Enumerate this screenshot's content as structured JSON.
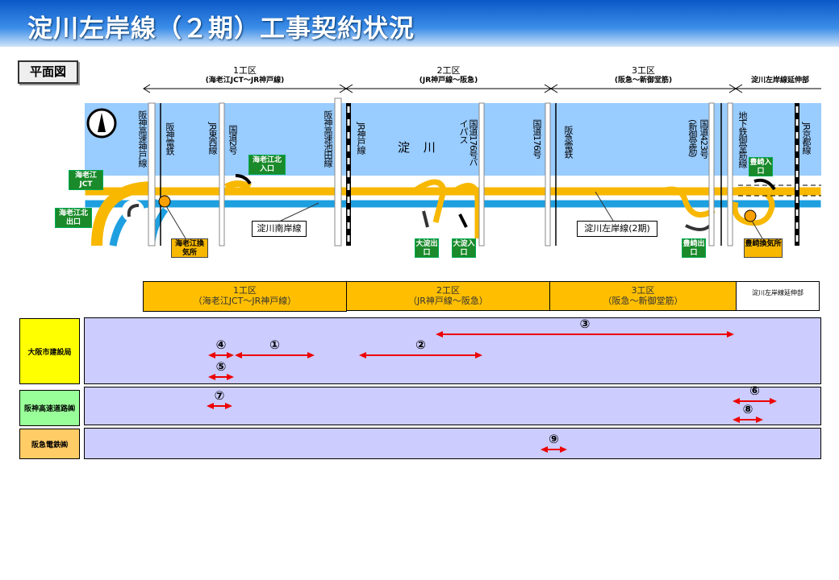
{
  "title": "淀川左岸線（２期）工事契約状況",
  "plan_label": "平面図",
  "sections": [
    {
      "name": "1工区",
      "sub": "(海老江JCT～JR神戸線)"
    },
    {
      "name": "2工区",
      "sub": "(JR神戸線～阪急)"
    },
    {
      "name": "3工区",
      "sub": "(阪急～新御堂筋)"
    },
    {
      "name": "淀川左岸線延伸部"
    }
  ],
  "map": {
    "river": "淀 川",
    "crossings": [
      "阪神高速神戸線",
      "阪神電鉄",
      "JR東西線",
      "国道2号",
      "阪神高速池田線",
      "JR神戸線",
      "国道176号バイパス",
      "国道176号",
      "阪急電鉄",
      "(新御堂筋)",
      "国道423号",
      "地下鉄御堂筋線",
      "JR京都線"
    ],
    "ramps": {
      "ebie_jct": "海老江JCT",
      "ebie_kita_exit": "海老江北出口",
      "ebie_kita_entry": "海老江北入口",
      "oyodo_exit": "大淀出口",
      "oyodo_entry": "大淀入口",
      "toyosaki_exit": "豊崎出口",
      "toyosaki_entry": "豊崎入口"
    },
    "vents": {
      "ebie": "海老江換気所",
      "toyosaki": "豊崎換気所"
    },
    "callouts": {
      "south": "淀川南岸線",
      "left2": "淀川左岸線(2期)"
    },
    "colors": {
      "river": "#99ccff",
      "left_bank": "#f8b800",
      "south_bank": "#1ea0e0",
      "ramp": "#1a8a2a"
    }
  },
  "table": {
    "headers": [
      {
        "name": "1工区",
        "sub": "（海老江JCT～JR神戸線）"
      },
      {
        "name": "2工区",
        "sub": "（JR神戸線～阪急）"
      },
      {
        "name": "3工区",
        "sub": "（阪急～新御堂筋）"
      },
      {
        "name": "淀川左岸線延伸部"
      }
    ],
    "rows": [
      {
        "label": "大阪市建設局",
        "color": "#ffff00"
      },
      {
        "label": "阪神高速道路㈱",
        "color": "#99ff99"
      },
      {
        "label": "阪急電鉄㈱",
        "color": "#ffcc66"
      }
    ],
    "contracts": [
      "①",
      "②",
      "③",
      "④",
      "⑤",
      "⑥",
      "⑦",
      "⑧",
      "⑨"
    ],
    "arrow_color": "#ee0000"
  }
}
